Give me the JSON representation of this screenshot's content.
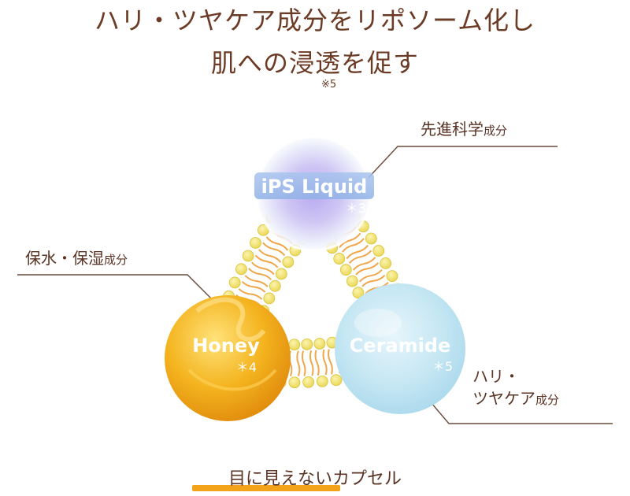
{
  "heading": {
    "line1": "ハリ・ツヤケア成分をリポソーム化し",
    "line2": "肌への浸透を促す",
    "note": "※5"
  },
  "callouts": {
    "top_right": {
      "main": "先進科学",
      "small": "成分"
    },
    "left": {
      "main": "保水・保湿",
      "small": "成分"
    },
    "bottom_right": {
      "line1": "ハリ・",
      "line2_main": "ツヤケア",
      "line2_small": "成分"
    }
  },
  "capsules": [
    {
      "label": "iPS Liquid",
      "note": "＊3"
    },
    {
      "label": "Honey",
      "note": "＊4"
    },
    {
      "label": "Ceramide",
      "note": "＊5"
    }
  ],
  "caption": "目に見えないカプセル",
  "colors": {
    "heading": "#6b3b25",
    "accent": "#f3a31a",
    "lipid_head": "#f2e36a",
    "lipid_tail": "#f0a64a",
    "honey": "#f4b41f",
    "ceramide": "#bfe3f1",
    "ips": "#c5b9ee"
  }
}
